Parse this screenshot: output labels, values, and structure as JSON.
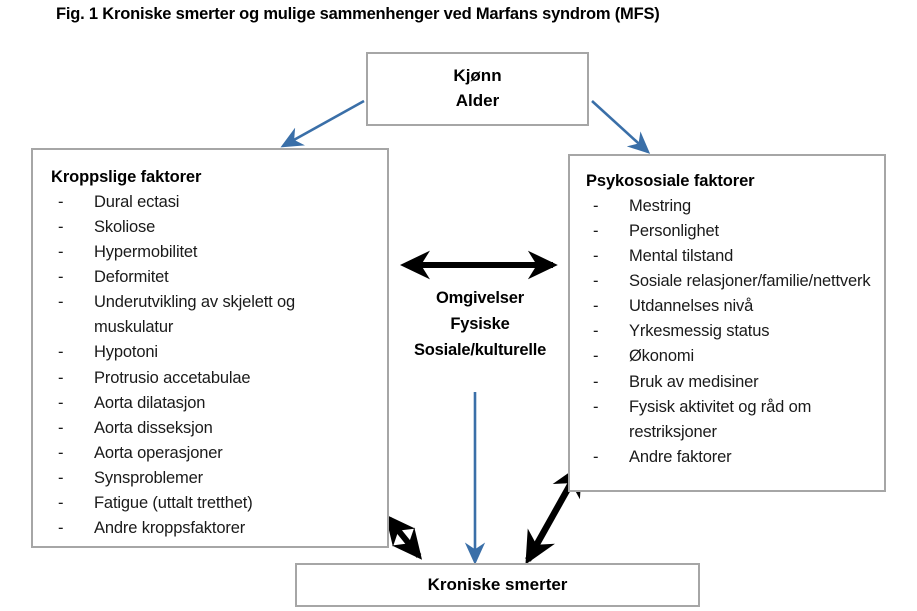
{
  "figure": {
    "title": "Fig. 1 Kroniske smerter og mulige sammenhenger ved Marfans syndrom (MFS)"
  },
  "colors": {
    "box_border": "#a6a6a6",
    "box_fill": "#ffffff",
    "blue_arrow": "#3a6fa8",
    "black_arrow": "#000000",
    "text": "#000000"
  },
  "top_box": {
    "name": "Kjønn / Alder",
    "lines": [
      "Kjønn",
      "Alder"
    ]
  },
  "left_box": {
    "heading": "Kroppslige faktorer",
    "items": [
      "Dural ectasi",
      "Skoliose",
      "Hypermobilitet",
      "Deformitet",
      "Underutvikling av skjelett og muskulatur",
      "Hypotoni",
      "Protrusio accetabulae",
      "Aorta dilatasjon",
      "Aorta disseksjon",
      "Aorta operasjoner",
      "Synsproblemer",
      "Fatigue (uttalt tretthet)",
      "Andre kroppsfaktorer"
    ],
    "bullet": "-"
  },
  "right_box": {
    "heading": "Psykososiale faktorer",
    "items": [
      "Mestring",
      "Personlighet",
      "Mental tilstand",
      "Sosiale relasjoner/familie/nettverk",
      "Utdannelses nivå",
      "Yrkesmessig status",
      "Økonomi",
      "Bruk av medisiner",
      "Fysisk aktivitet og råd om restriksjoner",
      "Andre faktorer"
    ],
    "bullet": "-"
  },
  "center_label": {
    "lines": [
      "Omgivelser",
      "Fysiske",
      "Sosiale/kulturelle"
    ]
  },
  "bottom_box": {
    "label": "Kroniske smerter"
  },
  "arrows": [
    {
      "id": "top-to-left",
      "style": "single",
      "color": "#3a6fa8",
      "from": "Kjønn/Alder",
      "to": "Kroppslige faktorer"
    },
    {
      "id": "top-to-right",
      "style": "single",
      "color": "#3a6fa8",
      "from": "Kjønn/Alder",
      "to": "Psykososiale faktorer"
    },
    {
      "id": "left-right-bidirectional",
      "style": "double",
      "color": "#000000",
      "from": "Kroppslige faktorer",
      "to": "Psykososiale faktorer"
    },
    {
      "id": "top-to-bottom",
      "style": "single",
      "color": "#3a6fa8",
      "from": "Kjønn/Alder",
      "to": "Kroniske smerter"
    },
    {
      "id": "left-to-bottom",
      "style": "double",
      "color": "#000000",
      "from": "Kroppslige faktorer",
      "to": "Kroniske smerter"
    },
    {
      "id": "right-to-bottom",
      "style": "double",
      "color": "#000000",
      "from": "Psykososiale faktorer",
      "to": "Kroniske smerter"
    }
  ]
}
